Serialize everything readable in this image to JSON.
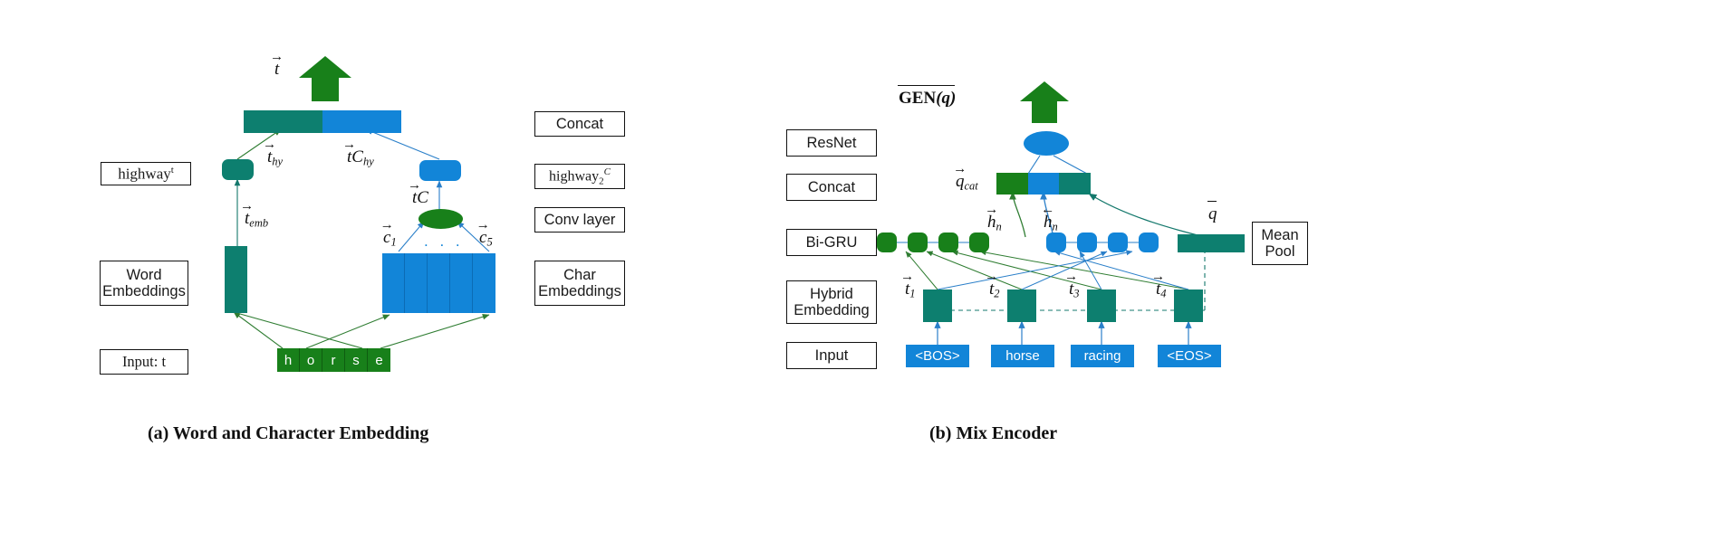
{
  "figure": {
    "panels": [
      {
        "id": "a",
        "caption": "(a) Word and Character Embedding",
        "side_labels": [
          {
            "name": "highway-t",
            "text": "highway",
            "sup": "t"
          },
          {
            "name": "word-embeddings",
            "line1": "Word",
            "line2": "Embeddings"
          },
          {
            "name": "input-t",
            "text": "Input: t"
          }
        ],
        "right_labels": [
          {
            "name": "concat",
            "text": "Concat"
          },
          {
            "name": "highway-2c",
            "text": "highway",
            "sub": "2",
            "sup": "C"
          },
          {
            "name": "conv-layer",
            "text": "Conv layer"
          },
          {
            "name": "char-embeddings",
            "line1": "Char",
            "line2": "Embeddings"
          }
        ],
        "math_labels": [
          {
            "name": "t-vec",
            "text": "t"
          },
          {
            "name": "t-hy",
            "text": "t",
            "sub": "hy"
          },
          {
            "name": "tc-hy",
            "text": "tC",
            "sub": "hy"
          },
          {
            "name": "t-emb",
            "text": "t",
            "sub": "emb"
          },
          {
            "name": "tc",
            "text": "tC"
          },
          {
            "name": "c1",
            "text": "c",
            "sub": "1"
          },
          {
            "name": "c5",
            "text": "c",
            "sub": "5"
          },
          {
            "name": "ellipsis",
            "text": ". . ."
          }
        ],
        "input_characters": [
          "h",
          "o",
          "r",
          "s",
          "e"
        ],
        "conv_cells": 5
      },
      {
        "id": "b",
        "caption": "(b) Mix Encoder",
        "side_labels": [
          {
            "name": "resnet",
            "text": "ResNet"
          },
          {
            "name": "concat",
            "text": "Concat"
          },
          {
            "name": "bi-gru",
            "text": "Bi-GRU"
          },
          {
            "name": "hybrid-embedding",
            "line1": "Hybrid",
            "line2": "Embedding"
          },
          {
            "name": "input",
            "text": "Input"
          }
        ],
        "right_labels": [
          {
            "name": "mean-pool",
            "line1": "Mean",
            "line2": "Pool"
          }
        ],
        "math_labels": [
          {
            "name": "gen-q",
            "text": "GEN(q)"
          },
          {
            "name": "q-cat",
            "text": "q",
            "sub": "cat"
          },
          {
            "name": "h-n-forward",
            "text": "h",
            "sub": "n"
          },
          {
            "name": "h-n-backward",
            "text": "h",
            "sub": "n"
          },
          {
            "name": "q-bar",
            "text": "q"
          },
          {
            "name": "t1",
            "text": "t",
            "sub": "1"
          },
          {
            "name": "t2",
            "text": "t",
            "sub": "2"
          },
          {
            "name": "t3",
            "text": "t",
            "sub": "3"
          },
          {
            "name": "t4",
            "text": "t",
            "sub": "4"
          }
        ],
        "input_tokens": [
          "<BOS>",
          "horse",
          "racing",
          "<EOS>"
        ],
        "gru_forward_units": 4,
        "gru_backward_units": 4
      }
    ]
  },
  "colors": {
    "teal": "#0d7f6f",
    "blue": "#1285d8",
    "green": "#18801a",
    "edge_green": "#2f7d32",
    "edge_blue": "#2a7fc9",
    "edge_teal": "#14786c",
    "box_border": "#111111",
    "background": "#ffffff"
  }
}
